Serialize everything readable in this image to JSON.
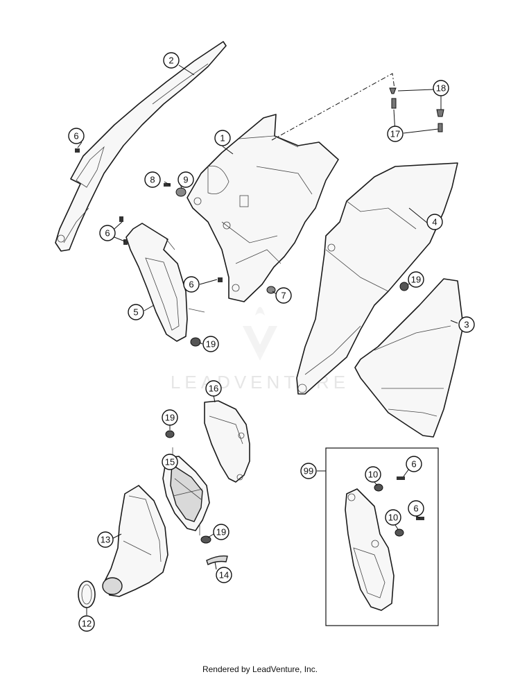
{
  "callouts": {
    "c1": "1",
    "c2": "2",
    "c3": "3",
    "c4": "4",
    "c5": "5",
    "c6a": "6",
    "c6b": "6",
    "c6c": "6",
    "c6d": "6",
    "c6e": "6",
    "c7": "7",
    "c8": "8",
    "c9": "9",
    "c10a": "10",
    "c10b": "10",
    "c12": "12",
    "c13": "13",
    "c14": "14",
    "c15": "15",
    "c16": "16",
    "c17": "17",
    "c18": "18",
    "c19a": "19",
    "c19b": "19",
    "c19c": "19",
    "c19d": "19",
    "c99": "99"
  },
  "watermark": "LEADVENTURE",
  "footer": "Rendered by LeadVenture, Inc."
}
